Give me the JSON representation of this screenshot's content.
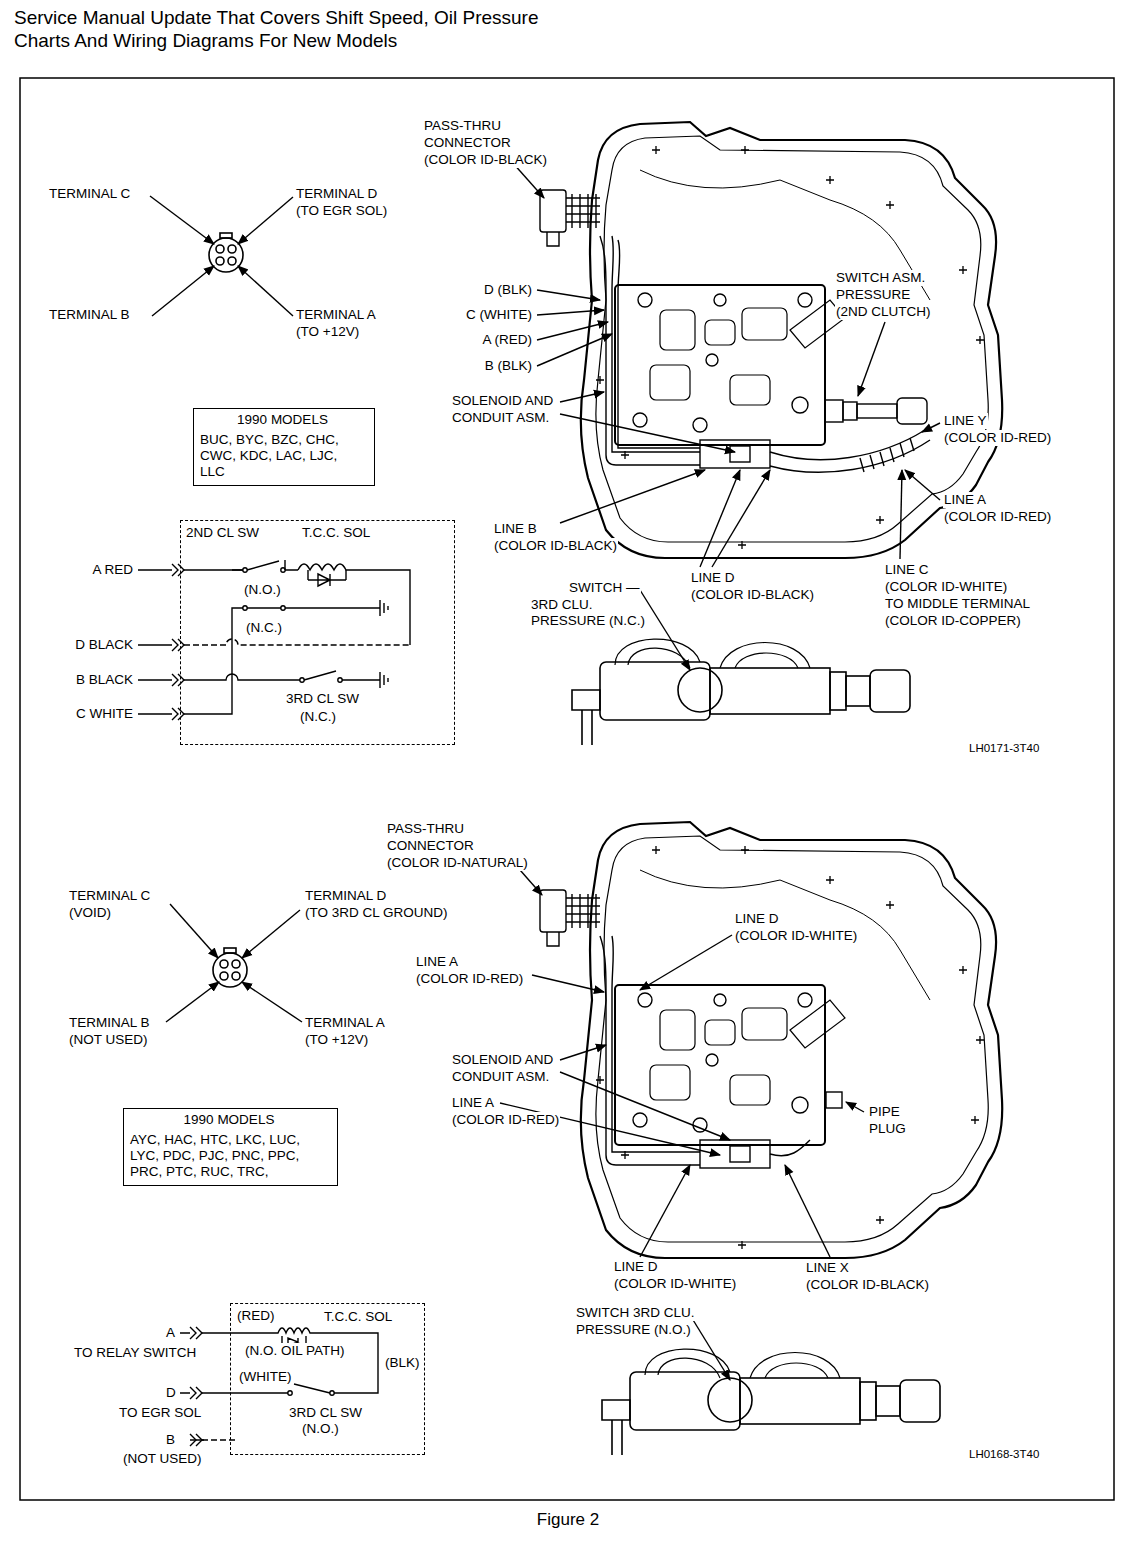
{
  "diagram": {
    "title": "Service Manual Update That Covers Shift Speed, Oil Pressure Charts And Wiring Diagrams For New Models",
    "caption": "Figure 2",
    "nodes": [
      {
        "text": [
          "1990 MODELS",
          "BUC, BYC, BZC, CHC, CWC, KDC, LAC, LJC, LLC"
        ]
      },
      {
        "text": [
          "1990 MODELS",
          "AYC, HAC, HTC, LKC, LUC, LYC, PDC, PJC, PNC, PPC, PRC, PTC, RUC, TRC,"
        ]
      },
      {
        "text": [
          "2ND CL SW",
          "T.C.C. SOL",
          "(N.O.)",
          "(N.C.)",
          "3RD CL SW",
          "(N.C.)"
        ]
      },
      {
        "text": [
          "(RED)",
          "T.C.C. SOL",
          "(N.O. OIL PATH)",
          "(BLK)",
          "(WHITE)",
          "3RD CL SW",
          "(N.O.)"
        ]
      }
    ],
    "labels": [
      "PASS-THRU",
      "CONNECTOR",
      "(COLOR ID-BLACK)",
      "TERMINAL C",
      "TERMINAL D",
      "(TO EGR SOL)",
      "TERMINAL B",
      "TERMINAL A",
      "(TO +12V)",
      "D (BLK)",
      "C (WHITE)",
      "A (RED)",
      "B (BLK)",
      "SWITCH ASM.",
      "PRESSURE",
      "(2ND CLUTCH)",
      "SOLENOID AND",
      "CONDUIT ASM.",
      "LINE Y",
      "(COLOR ID-RED)",
      "LINE A",
      "(COLOR ID-RED)",
      "LINE B",
      "(COLOR ID-BLACK)",
      "LINE D",
      "(COLOR ID-BLACK)",
      "LINE C",
      "(COLOR ID-WHITE)",
      "TO MIDDLE TERMINAL",
      "(COLOR ID-COPPER)",
      "SWITCH —",
      "3RD CLU.",
      "PRESSURE (N.C.)",
      "A RED",
      "D BLACK",
      "B BLACK",
      "C WHITE",
      "LH0171-3T40",
      "PASS-THRU",
      "CONNECTOR",
      "(COLOR ID-NATURAL)",
      "TERMINAL C",
      "(VOID)",
      "TERMINAL D",
      "(TO 3RD CL GROUND)",
      "TERMINAL B",
      "(NOT USED)",
      "TERMINAL A",
      "(TO +12V)",
      "LINE D",
      "(COLOR ID-WHITE)",
      "LINE A",
      "(COLOR ID-RED)",
      "SOLENOID AND",
      "CONDUIT ASM.",
      "LINE A",
      "(COLOR ID-RED)",
      "PIPE",
      "PLUG",
      "LINE D",
      "(COLOR ID-WHITE)",
      "LINE X",
      "(COLOR ID-BLACK)",
      "SWITCH 3RD CLU.",
      "PRESSURE (N.O.)",
      "A",
      "TO RELAY SWITCH",
      "D",
      "TO EGR SOL",
      "B",
      "(NOT USED)",
      "LH0168-3T40"
    ]
  }
}
